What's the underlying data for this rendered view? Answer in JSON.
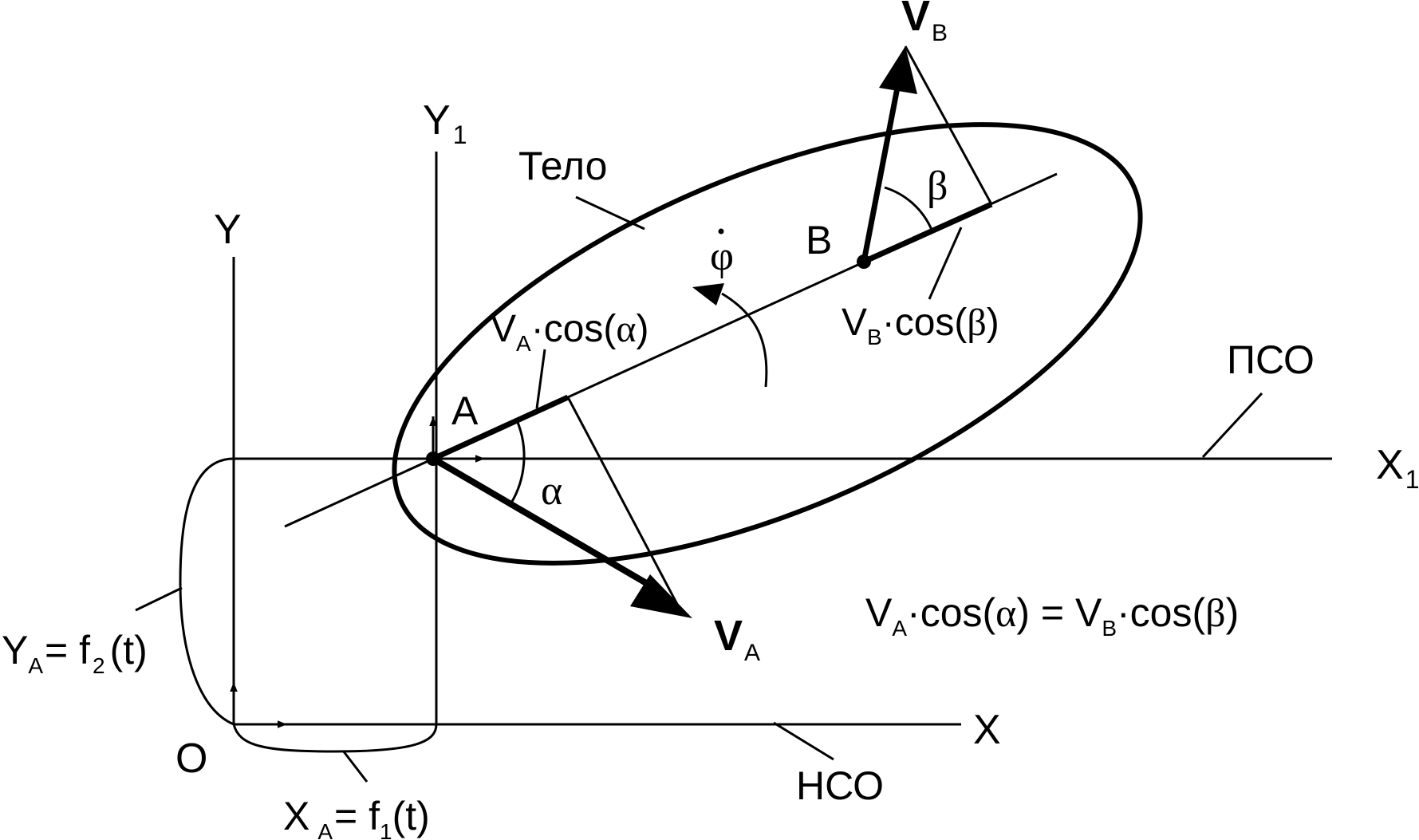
{
  "labels": {
    "y1": "Y",
    "y1_sub": "1",
    "y": "Y",
    "x1": "X",
    "x1_sub": "1",
    "x": "X",
    "origin": "O",
    "body": "Тело",
    "point_a": "A",
    "point_b": "B",
    "alpha": "α",
    "beta": "β",
    "phi_dot": "φ",
    "pso": "ПСО",
    "nso": "НСО",
    "va_v": "V",
    "va_sub": "A",
    "vb_v": "V",
    "vb_sub": "B",
    "va_cos": {
      "v": "V",
      "sub": "A",
      "rest": "·cos(",
      "greek": "α",
      "close": ")"
    },
    "vb_cos": {
      "v": "V",
      "sub": "B",
      "rest": "·cos(",
      "greek": "β",
      "close": ")"
    },
    "ya_eq": {
      "y": "Y",
      "sub": "A",
      "eq": "= f",
      "fsub": "2",
      "rest": "(t)"
    },
    "xa_eq": {
      "x": "X",
      "sub": "A",
      "eq": "= f",
      "fsub": "1",
      "rest": "(t)"
    },
    "equation": {
      "v1": "V",
      "s1": "A",
      "c1": "·cos(",
      "g1": "α",
      "mid": ") = V",
      "s2": "B",
      "c2": "·cos(",
      "g2": "β",
      "end": ")"
    }
  },
  "colors": {
    "ink": "#000000",
    "background": "#ffffff"
  }
}
